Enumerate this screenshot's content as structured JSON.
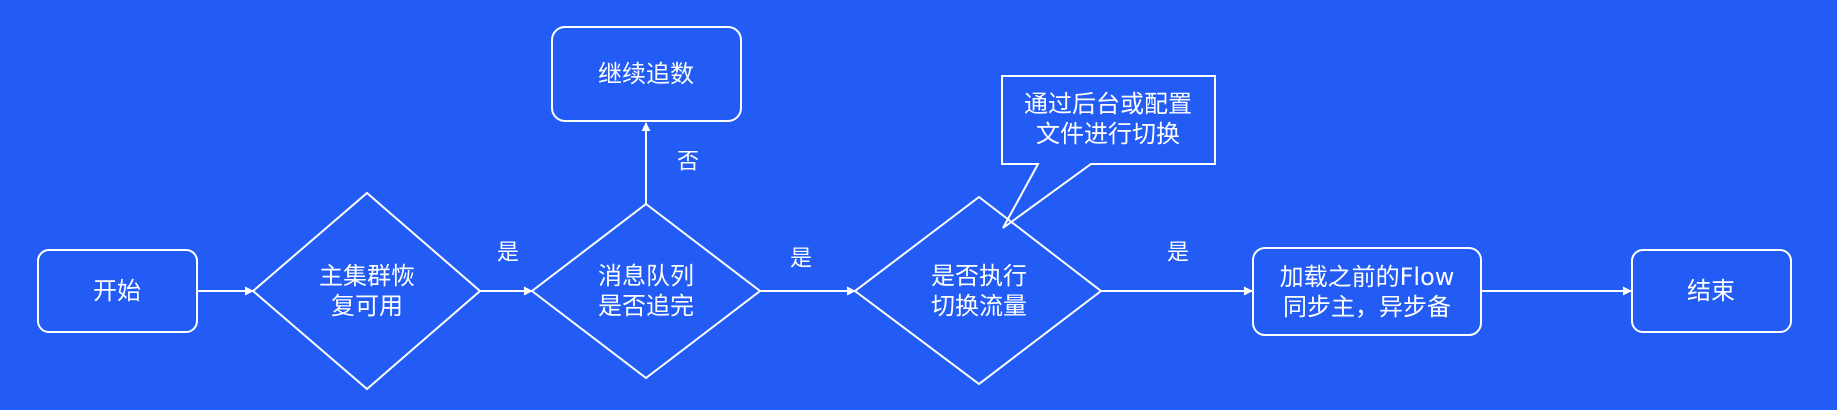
{
  "diagram": {
    "start": "开始",
    "decision_recovery": {
      "line1": "主集群恢",
      "line2": "复可用"
    },
    "decision_catchup": {
      "line1": "消息队列",
      "line2": "是否追完"
    },
    "continue_catchup": "继续追数",
    "decision_switch": {
      "line1": "是否执行",
      "line2": "切换流量"
    },
    "callout": {
      "line1": "通过后台或配置",
      "line2": "文件进行切换"
    },
    "load_flow": {
      "line1": "加载之前的Flow",
      "line2": "同步主，异步备"
    },
    "end": "结束",
    "edge_labels": {
      "recovery_yes": "是",
      "catchup_no": "否",
      "catchup_yes": "是",
      "switch_yes": "是"
    }
  }
}
